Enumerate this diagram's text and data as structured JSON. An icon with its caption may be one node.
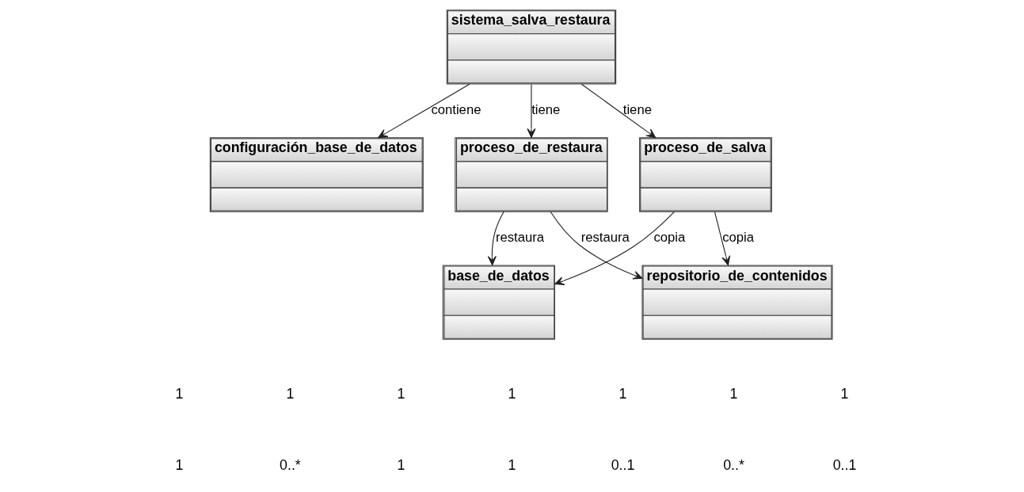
{
  "diagram": {
    "nodes": [
      {
        "text": [
          "sistema_salva_restaura"
        ]
      },
      {
        "text": [
          "configuración_base_de_datos"
        ]
      },
      {
        "text": [
          "proceso_de_salva"
        ]
      },
      {
        "text": [
          "proceso_de_restaura"
        ]
      },
      {
        "text": [
          "base_de_datos"
        ]
      },
      {
        "text": [
          "repositorio_de_contenidos"
        ]
      }
    ],
    "edges": [
      {
        "from": 0,
        "to": 2,
        "arrow": "to",
        "label": "tiene"
      },
      {
        "from": 0,
        "to": 1,
        "arrow": "to",
        "label": "contiene"
      },
      {
        "from": 0,
        "to": 3,
        "arrow": "to",
        "label": "tiene"
      },
      {
        "from": 2,
        "to": 4,
        "arrow": "to",
        "label": "copia"
      },
      {
        "from": 2,
        "to": 5,
        "arrow": "to",
        "label": "copia"
      },
      {
        "from": 3,
        "to": 4,
        "arrow": "to",
        "label": "restaura"
      },
      {
        "from": 3,
        "to": 5,
        "arrow": "to",
        "label": "restaura"
      }
    ],
    "labels": [
      "1",
      "1",
      "1",
      "1",
      "1",
      "1",
      "1",
      "1",
      "0..*",
      "1",
      "1",
      "0..1",
      "0..*",
      "0..1"
    ]
  }
}
